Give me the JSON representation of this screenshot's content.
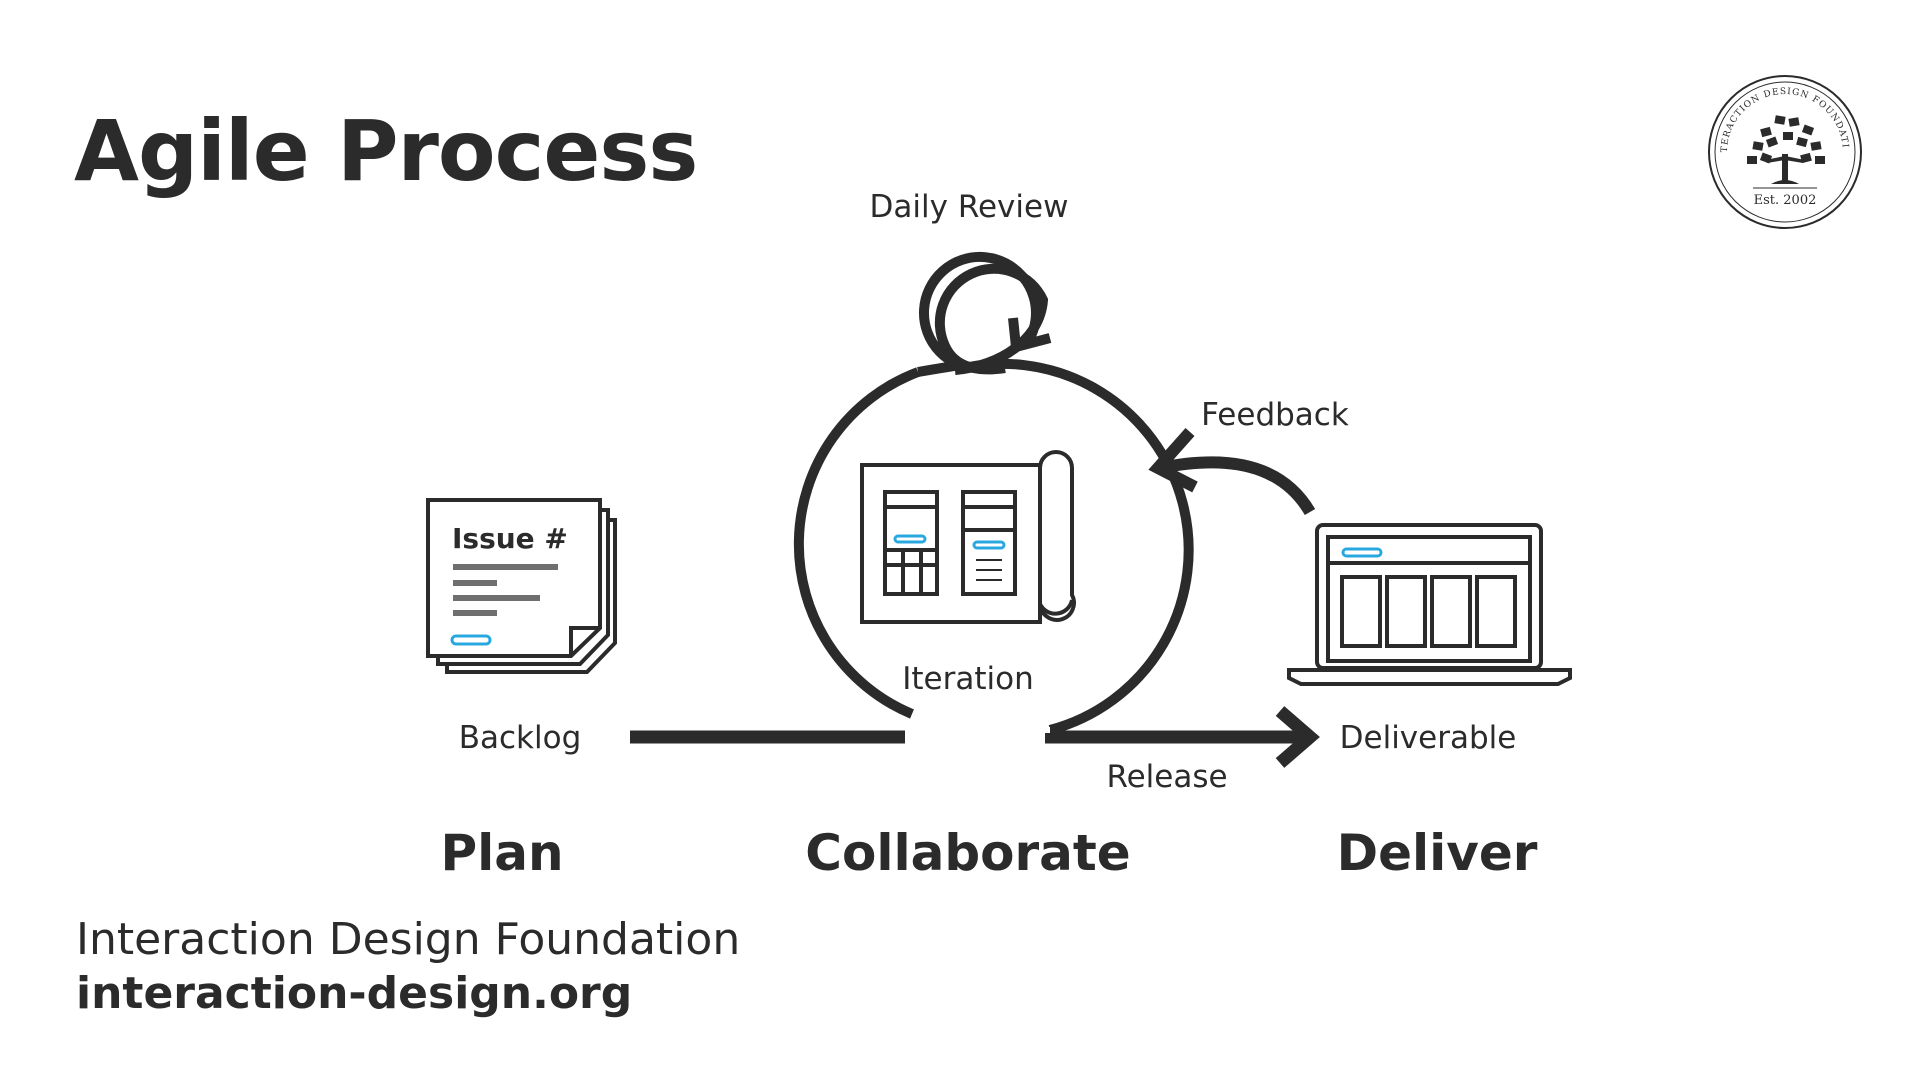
{
  "title": "Agile Process",
  "labels": {
    "daily_review": "Daily Review",
    "feedback": "Feedback",
    "iteration": "Iteration",
    "backlog": "Backlog",
    "deliverable": "Deliverable",
    "release": "Release",
    "issue": "Issue #"
  },
  "phases": {
    "plan": "Plan",
    "collaborate": "Collaborate",
    "deliver": "Deliver"
  },
  "footer": {
    "org_name": "Interaction Design Foundation",
    "url": "interaction-design.org"
  },
  "logo": {
    "ring_text": "INTERACTION DESIGN FOUNDATION",
    "est": "Est. 2002",
    "icon": "tree-icon"
  },
  "colors": {
    "ink": "#2b2b2b",
    "accent": "#29a8e0",
    "muted": "#6f6f6f"
  }
}
